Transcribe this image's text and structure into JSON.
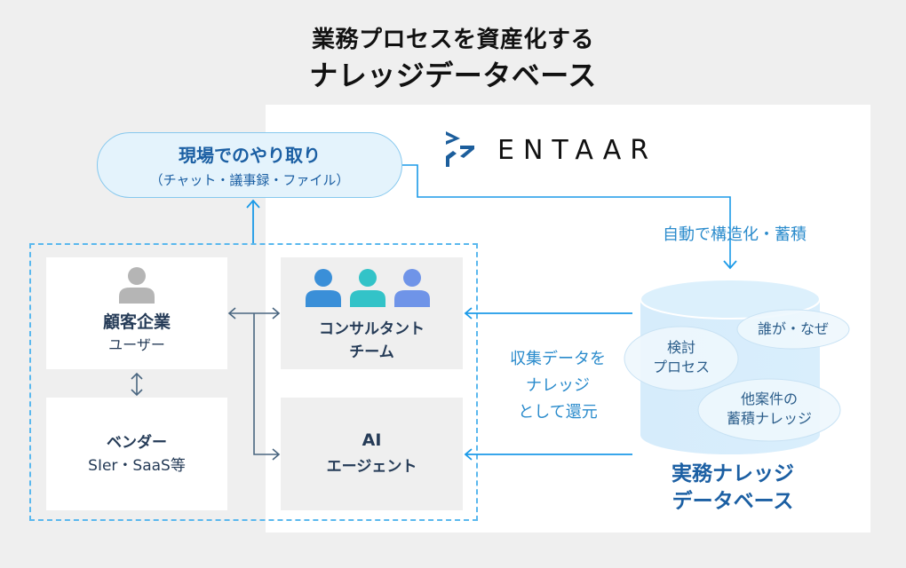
{
  "title": {
    "line1": "業務プロセスを資産化する",
    "line2": "ナレッジデータベース"
  },
  "logo": {
    "name": "ENTAAR",
    "brand_color": "#1c5e9c"
  },
  "exchange": {
    "title": "現場でのやり取り",
    "subtitle": "（チャット・議事録・ファイル）"
  },
  "actors": {
    "client": {
      "title": "顧客企業",
      "subtitle": "ユーザー",
      "icon": "person-icon"
    },
    "vendor": {
      "title": "ベンダー",
      "subtitle": "SIer・SaaS等"
    },
    "consultant": {
      "title_line1": "コンサルタント",
      "title_line2": "チーム",
      "icon": "team-icon",
      "icon_colors": [
        "#3a8fd8",
        "#33c3c8",
        "#6f94e8"
      ]
    },
    "ai": {
      "title_line1": "AI",
      "title_line2": "エージェント"
    }
  },
  "flows": {
    "auto_structure": "自動で構造化・蓄積",
    "return_knowledge": [
      "収集データを",
      "ナレッジ",
      "として還元"
    ]
  },
  "database": {
    "title_line1": "実務ナレッジ",
    "title_line2": "データベース",
    "bubbles": [
      {
        "lines": [
          "誰が・なぜ"
        ]
      },
      {
        "lines": [
          "検討",
          "プロセス"
        ]
      },
      {
        "lines": [
          "他案件の",
          "蓄積ナレッジ"
        ]
      }
    ]
  },
  "colors": {
    "accent_blue": "#1b9ae8",
    "dark_arrow": "#4a6680",
    "title_blue": "#1b5fa3"
  }
}
